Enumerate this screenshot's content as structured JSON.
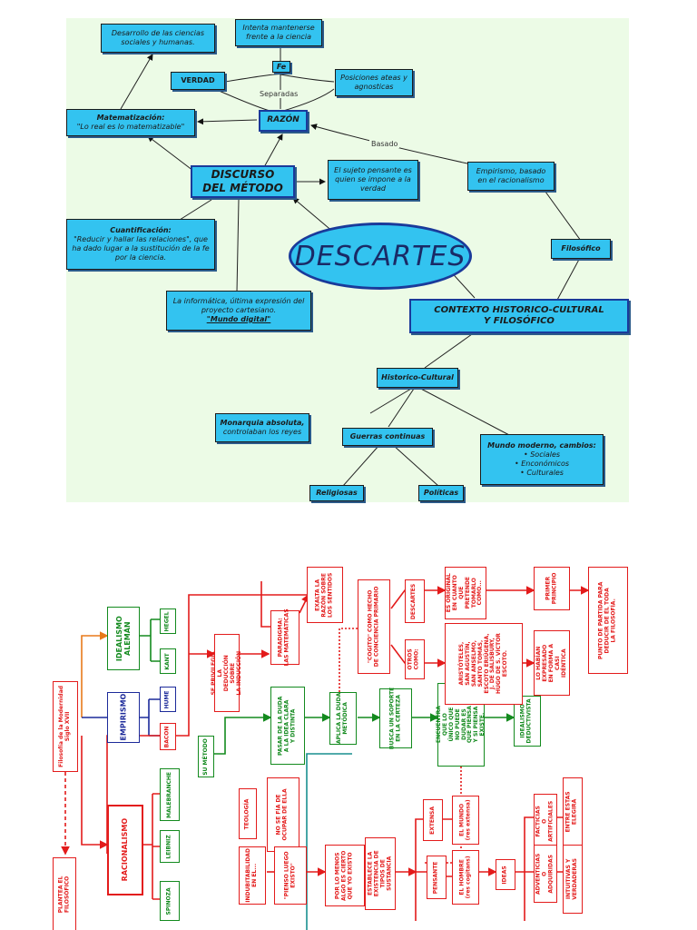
{
  "map1": {
    "title": "DESCARTES",
    "nodes": {
      "ciencias": "Desarrollo de las ciencias sociales y humanas.",
      "intenta": "Intenta mantenerse frente a la ciencia",
      "fe": "Fe",
      "verdad": "VERDAD",
      "posiciones": "Posiciones ateas y agnosticas",
      "separadas": "Separadas",
      "matematizacion_title": "Matematización:",
      "matematizacion_text": "\"Lo real es lo matematizable\"",
      "razon": "RAZÓN",
      "basado": "Basado",
      "discurso_1": "DISCURSO",
      "discurso_2": "DEL MÉTODO",
      "sujeto": "El sujeto pensante es quien se impone a la verdad",
      "empirismo": "Empirismo, basado en el racionalismo",
      "cuantificacion_title": "Cuantificación:",
      "cuantificacion_text": "\"Reducir y hallar las relaciones\", que ha dado lugar a la sustitución de la fe por la ciencia.",
      "filosofico": "Filosófico",
      "informatica": "La informática, última expresión del proyecto cartesiano.",
      "mundo_digital": "\"Mundo digital\"",
      "contexto_1": "CONTEXTO HISTORICO-CULTURAL",
      "contexto_2": "Y FILOSÓFICO",
      "historico": "Historico-Cultural",
      "monarquia": "Monarquia absoluta,",
      "monarquia_2": "controlaban los reyes",
      "guerras": "Guerras continuas",
      "mundo_moderno": "Mundo moderno, cambios:",
      "cambios": [
        "Sociales",
        "Enconómicos",
        "Culturales"
      ],
      "religiosas": "Religiosas",
      "politicas": "Políticas"
    }
  },
  "map2": {
    "boxes": {
      "filosofia": "Filosofía de la Modernidad\nSiglo XVII",
      "plantea": "PLANTEA EL\nFILOSÓFICO",
      "idealismo": "IDEALISMO\nALEMÁN",
      "hegel": "HEGEL",
      "kant": "KANT",
      "empirismo": "EMPIRISMO",
      "hume": "HUME",
      "bacon": "BACON",
      "racionalismo": "RACIONALISMO",
      "malebranche": "MALEBRANCHE",
      "leibniz": "LEIBNIZ",
      "spinoza": "SPINOZA",
      "su_metodo": "SU MÉTODO",
      "privilegia": "SE PRIVILEGIA\nLA\nDEDUCCIÓN\nSOBRE\nLA INDUCCIÓN",
      "paradigma": "PARADIGMA:\nLAS MATEMÁTICAS",
      "exalta": "EXALTA LA\nRAZÓN SOBRE\nLOS SENTIDOS",
      "pasar": "PASAR DE LA DUDA\nA LA IDEA CLARA\nY DISTINTA",
      "aplica": "APLICA LA DUDA\nMETÓDICA",
      "busca": "BUSCA UN SOPORTE\nEN LA CERTEZA",
      "encuentra": "ENCUENTRA\nQUE LO\nÚNICO QUE\nNO PUEDE\nDUDAR ES\nQUE PIENSA\nY SI PIENSA\nEXISTE.",
      "idealismo_deductivista": "IDEALISMO\nDEDUCTIVISTA",
      "cogito": "\"COGITO\" COMO HECHO\nDE CONCIENCIA PRIMARIO",
      "descartes": "DESCARTES",
      "original": "ES ORIGINAL\nEN CUANTO\nQUE\nPRETENDE\nTOMARLO\nCOMO...",
      "otros": "OTROS\nCOMO:",
      "aristoteles": "ARISTÓTELES,\nSAN AGUSTÍN,\nSAN ANSELMO,\nSANTO TOMÁS,\nESCOTO ERIÚGENA,\nJ. DE SALISBURY,\nHUGO DE S. VÍCTOR\nESCOTO.",
      "lo_habian": "LO HABÍAN\nEXPRESADO\nEN FORMA A\nCASI\nIDÉNTICA",
      "primer": "PRIMER\nPRINCIPIO",
      "punto": "PUNTO DE PARTIDA PARA\nDEDUCIR DE ÉL TODA\nLA FILOSOFÍA.",
      "teologia": "TEOLOGÍA",
      "no_se_fia": "NO SE FÍA DE\nOCUPAR DE ELLA",
      "indubitabilidad": "INDUBITABILIDAD\nEN EL...",
      "pienso": "\"PIENSO LUEGO\nEXISTO\"",
      "por_lo_menos": "POR LO MENOS\nALGO ES CIERTO\nQUE YO EXISTO",
      "establece": "ESTABLECE LA\nEXISTENCIA DE\nTIPOS DE\nSUSTANCIA",
      "extensa": "EXTENSA",
      "pensante": "PENSANTE",
      "el_mundo": "EL MUNDO\n(res extensa)",
      "el_hombre": "EL HOMBRE\n(res cogitans)",
      "ideas": "IDEAS",
      "facticias": "FACTICIAS\nO\nARTIFICIALES",
      "adventicias": "ADVENTICIAS\nO\nADQUIRIDAS",
      "entre_estas": "ENTRE ESTAS\nELEGIRÁ",
      "intuitivas": "INTUITIVAS Y\nVERDADERAS"
    }
  }
}
